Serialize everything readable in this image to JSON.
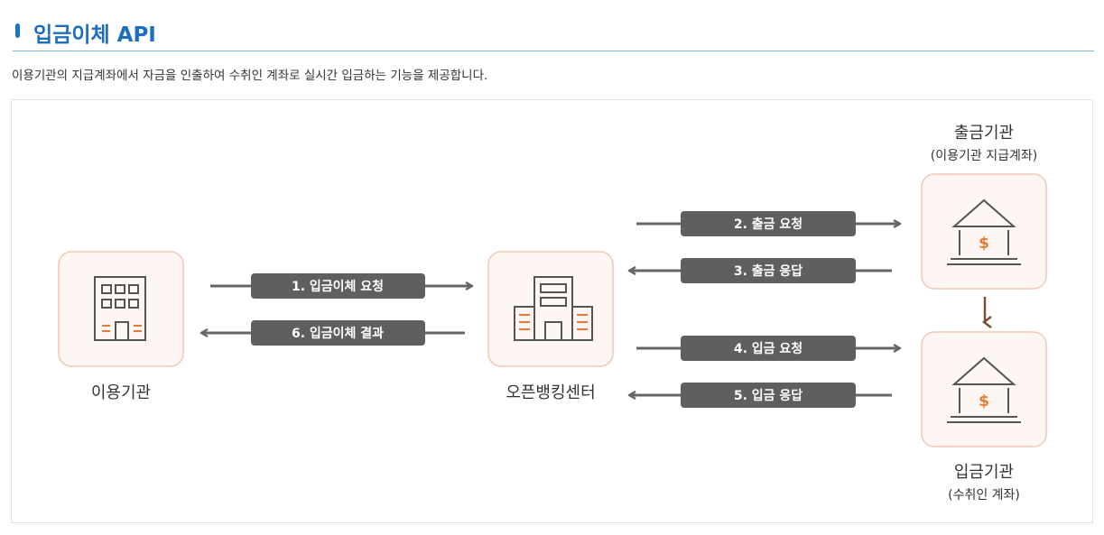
{
  "header": {
    "title": "입금이체 API",
    "description": "이용기관의 지급계좌에서 자금을 인출하여 수취인 계좌로 실시간 입금하는 기능을 제공합니다."
  },
  "diagram": {
    "nodes": {
      "user_org": {
        "label": "이용기관"
      },
      "center": {
        "label": "오픈뱅킹센터"
      },
      "withdraw_org": {
        "label": "출금기관",
        "sublabel": "(이용기관  지급계좌)"
      },
      "deposit_org": {
        "label": "입금기관",
        "sublabel": "(수취인 계좌)"
      }
    },
    "steps": [
      {
        "label": "1. 입금이체 요청"
      },
      {
        "label": "2. 출금 요청"
      },
      {
        "label": "3. 출금 응답"
      },
      {
        "label": "4. 입금 요청"
      },
      {
        "label": "5. 입금 응답"
      },
      {
        "label": "6. 입금이체 결과"
      }
    ],
    "icons": {
      "currency": "$"
    },
    "colors": {
      "accent": "#1c6fc0",
      "pill": "#5f5f5f",
      "arrow": "#666666",
      "node_bg": "#fdf6f2",
      "node_border": "#f0c9b4",
      "orange": "#e57b35",
      "down_arrow": "#7a4a2e"
    }
  }
}
